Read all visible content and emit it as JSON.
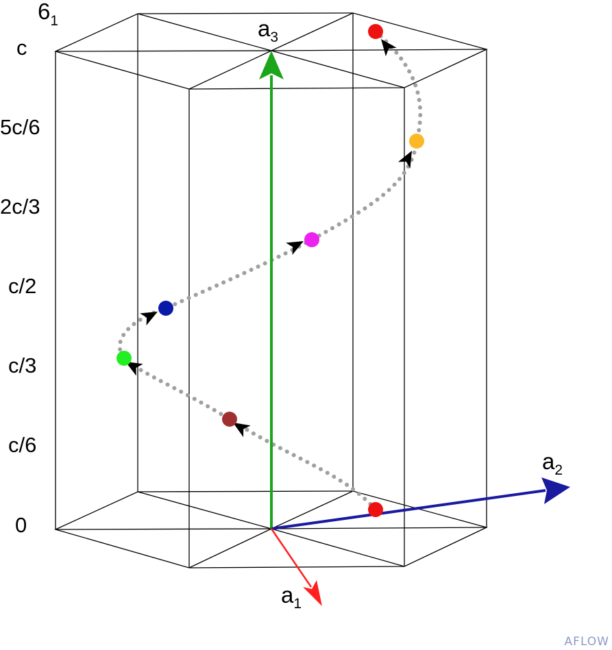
{
  "title": {
    "base": "6",
    "sub": "1"
  },
  "levels": [
    "0",
    "c/6",
    "c/3",
    "c/2",
    "2c/3",
    "5c/6",
    "c"
  ],
  "vectors": [
    {
      "base": "a",
      "sub": "1",
      "color": "#ff2020"
    },
    {
      "base": "a",
      "sub": "2",
      "color": "#1a1aa0"
    },
    {
      "base": "a",
      "sub": "3",
      "color": "#1aa51a"
    }
  ],
  "atoms": [
    {
      "color": "#ee1111"
    },
    {
      "color": "#a03030"
    },
    {
      "color": "#22ee22"
    },
    {
      "color": "#0a1aa8"
    },
    {
      "color": "#ee22ee"
    },
    {
      "color": "#fbb928"
    },
    {
      "color": "#ee1111"
    }
  ],
  "helix_color": "#a0a0a0",
  "watermark": "AFLOW"
}
